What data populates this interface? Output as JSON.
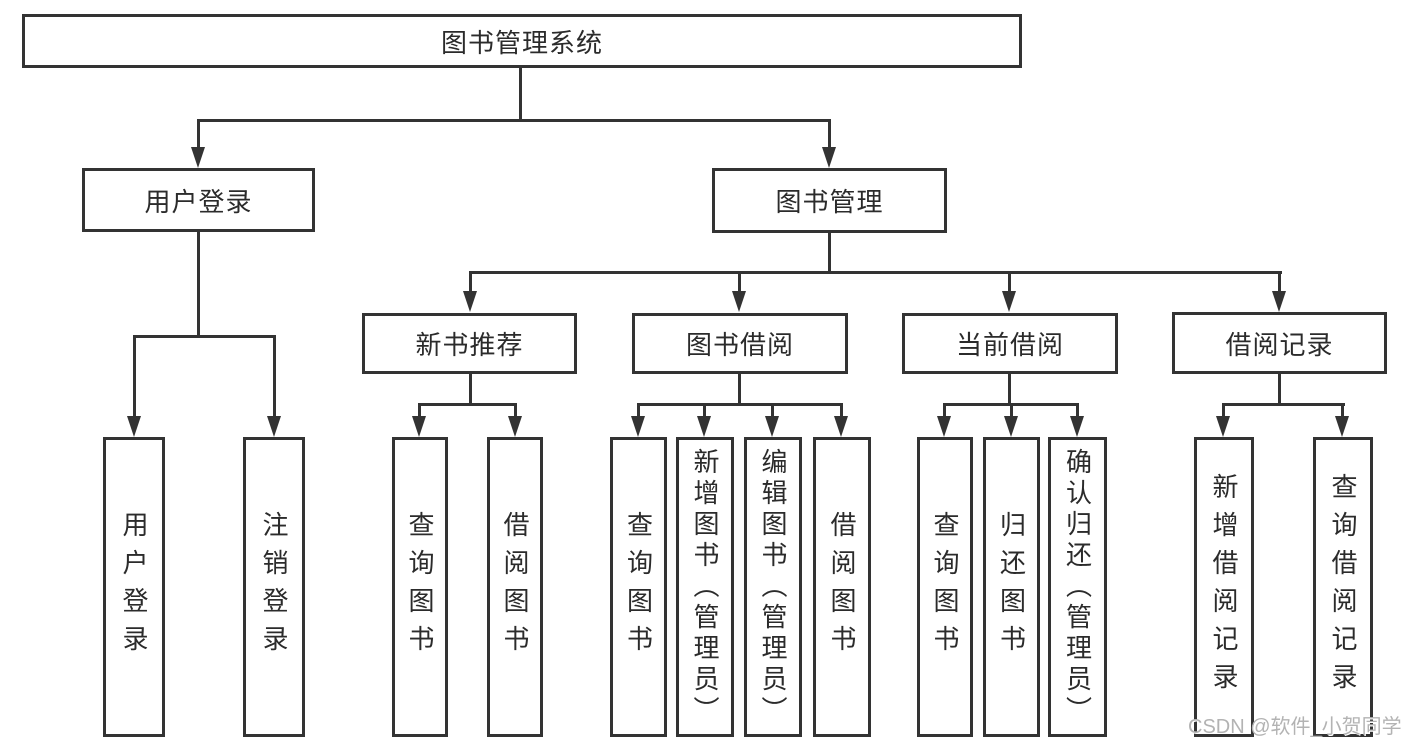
{
  "tree": {
    "label": "图书管理系统",
    "children": [
      {
        "label": "用户登录",
        "children": [
          {
            "label": "用户登录"
          },
          {
            "label": "注销登录"
          }
        ]
      },
      {
        "label": "图书管理",
        "children": [
          {
            "label": "新书推荐",
            "children": [
              {
                "label": "查询图书"
              },
              {
                "label": "借阅图书"
              }
            ]
          },
          {
            "label": "图书借阅",
            "children": [
              {
                "label": "查询图书"
              },
              {
                "label": "新增图书（管理员）"
              },
              {
                "label": "编辑图书（管理员）"
              },
              {
                "label": "借阅图书"
              }
            ]
          },
          {
            "label": "当前借阅",
            "children": [
              {
                "label": "查询图书"
              },
              {
                "label": "归还图书"
              },
              {
                "label": "确认归还（管理员）"
              }
            ]
          },
          {
            "label": "借阅记录",
            "children": [
              {
                "label": "新增借阅记录"
              },
              {
                "label": "查询借阅记录"
              }
            ]
          }
        ]
      }
    ]
  },
  "watermark": {
    "text": "CSDN @软件_小贺同学"
  },
  "colors": {
    "line": "#333333",
    "text": "#2b2b2b",
    "watermark": "#b3b3b3",
    "background": "#ffffff"
  }
}
